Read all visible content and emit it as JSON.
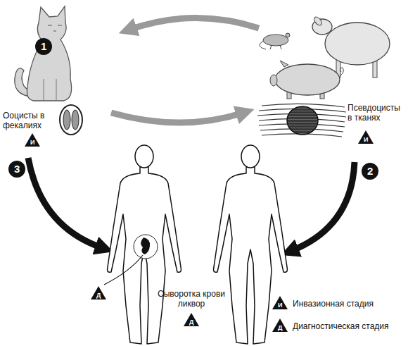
{
  "diagram": {
    "labels": [
      "1",
      "Ооцисты в фекалиях",
      "И",
      "Псевдоцисты в тканях",
      "И",
      "3",
      "2",
      "Д",
      "Сыворотка крови ликвор",
      "Д",
      "И",
      "Д"
    ],
    "legend": [
      {
        "text": "Инвазионная стадия"
      },
      {
        "text": "Диагностическая стадия"
      }
    ]
  }
}
